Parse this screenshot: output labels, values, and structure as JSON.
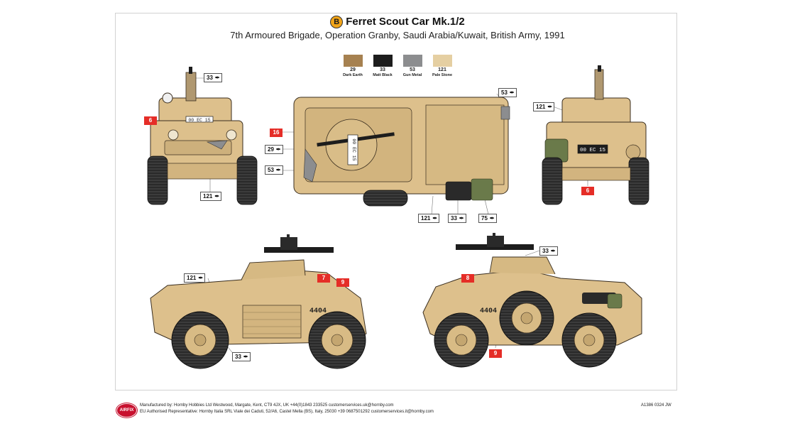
{
  "title": {
    "scheme_letter": "B",
    "model_name": "Ferret Scout Car Mk.1/2",
    "subtitle": "7th Armoured Brigade, Operation Granby, Saudi Arabia/Kuwait, British Army, 1991"
  },
  "paints": [
    {
      "number": "29",
      "name": "Dark Earth",
      "color": "#a68150"
    },
    {
      "number": "33",
      "name": "Matt Black",
      "color": "#1d1d1d"
    },
    {
      "number": "53",
      "name": "Gun Metal",
      "color": "#8c8d8f"
    },
    {
      "number": "121",
      "name": "Pale Stone",
      "color": "#e5cfa2"
    }
  ],
  "colors": {
    "vehicle_sand": "#ddc08c",
    "vehicle_outline": "#3a2e1f",
    "tyre": "#2a2a2a",
    "hub": "#d8bb85",
    "decal_red": "#e52d27"
  },
  "callouts": {
    "front_gun": "33",
    "front_body": "121",
    "top_rear_box": "53",
    "top_side_29": "29",
    "top_side_53": "53",
    "top_bottom_121": "121",
    "top_bottom_33": "33",
    "top_bottom_75": "75",
    "rear_top": "121",
    "left_body": "121",
    "left_wheel": "33",
    "right_gun": "33"
  },
  "brush_icon": "paintbrush-icon",
  "decals": {
    "front_6": "6",
    "top_16": "16",
    "rear_6": "6",
    "left_7": "7",
    "left_9": "9",
    "right_8": "8",
    "right_9": "9"
  },
  "markings": {
    "plate_front": "00 EC 15",
    "plate_top": "00 EC 15",
    "plate_rear": "00 EC 15",
    "tac_left": "4404",
    "tac_right": "4404"
  },
  "footer": {
    "logo_text": "AIRFIX",
    "line1": "Manufactured by: Hornby Hobbies Ltd Westwood, Margate, Kent, CT9 4JX, UK +44(0)1843 233525 customerservices.uk@hornby.com",
    "line2": "EU Authorised Representative: Hornby Italia SRL Viale dei Caduti, 52/A6, Castel Mella (BS), Italy, 25030 +39 0687501292 customerservices.it@hornby.com",
    "code": "A1386 0324 JW"
  }
}
